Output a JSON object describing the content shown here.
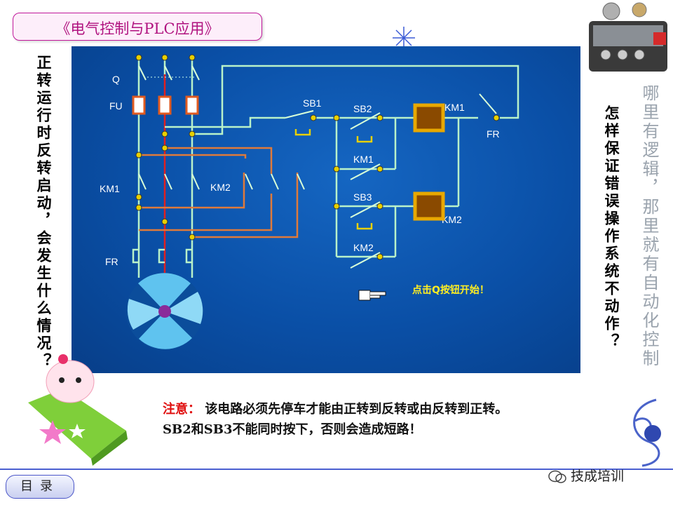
{
  "header": {
    "title": "《电气控制与PLC应用》"
  },
  "left_question": "正转运行时反转启动，会发生什么情况？",
  "right_question": "怎样保证错误操作系统不动作？",
  "side_note": "哪里有逻辑，那里就有自动化控制",
  "diagram": {
    "labels": {
      "q": "Q",
      "fu": "FU",
      "km1_main": "KM1",
      "km2_main": "KM2",
      "fr_main": "FR",
      "sb1": "SB1",
      "sb2": "SB2",
      "km1_aux": "KM1",
      "sb3": "SB3",
      "km2_aux": "KM2",
      "km1_coil": "KM1",
      "km2_coil": "KM2",
      "fr_ctrl": "FR"
    },
    "hint": "点击Q按钮开始！",
    "colors": {
      "background": "#0a4fa6",
      "wire": "#b9f2c9",
      "phase_red": "#e02020",
      "link": "#e07a3a",
      "coil": "#e8a800"
    }
  },
  "note": {
    "label": "注意：",
    "text": "该电路必须先停车才能由正转到反转或由反转到正转。SB2和SB3不能同时按下，否则会造成短路！"
  },
  "footer": {
    "menu": "目录",
    "watermark": "技成培训"
  }
}
